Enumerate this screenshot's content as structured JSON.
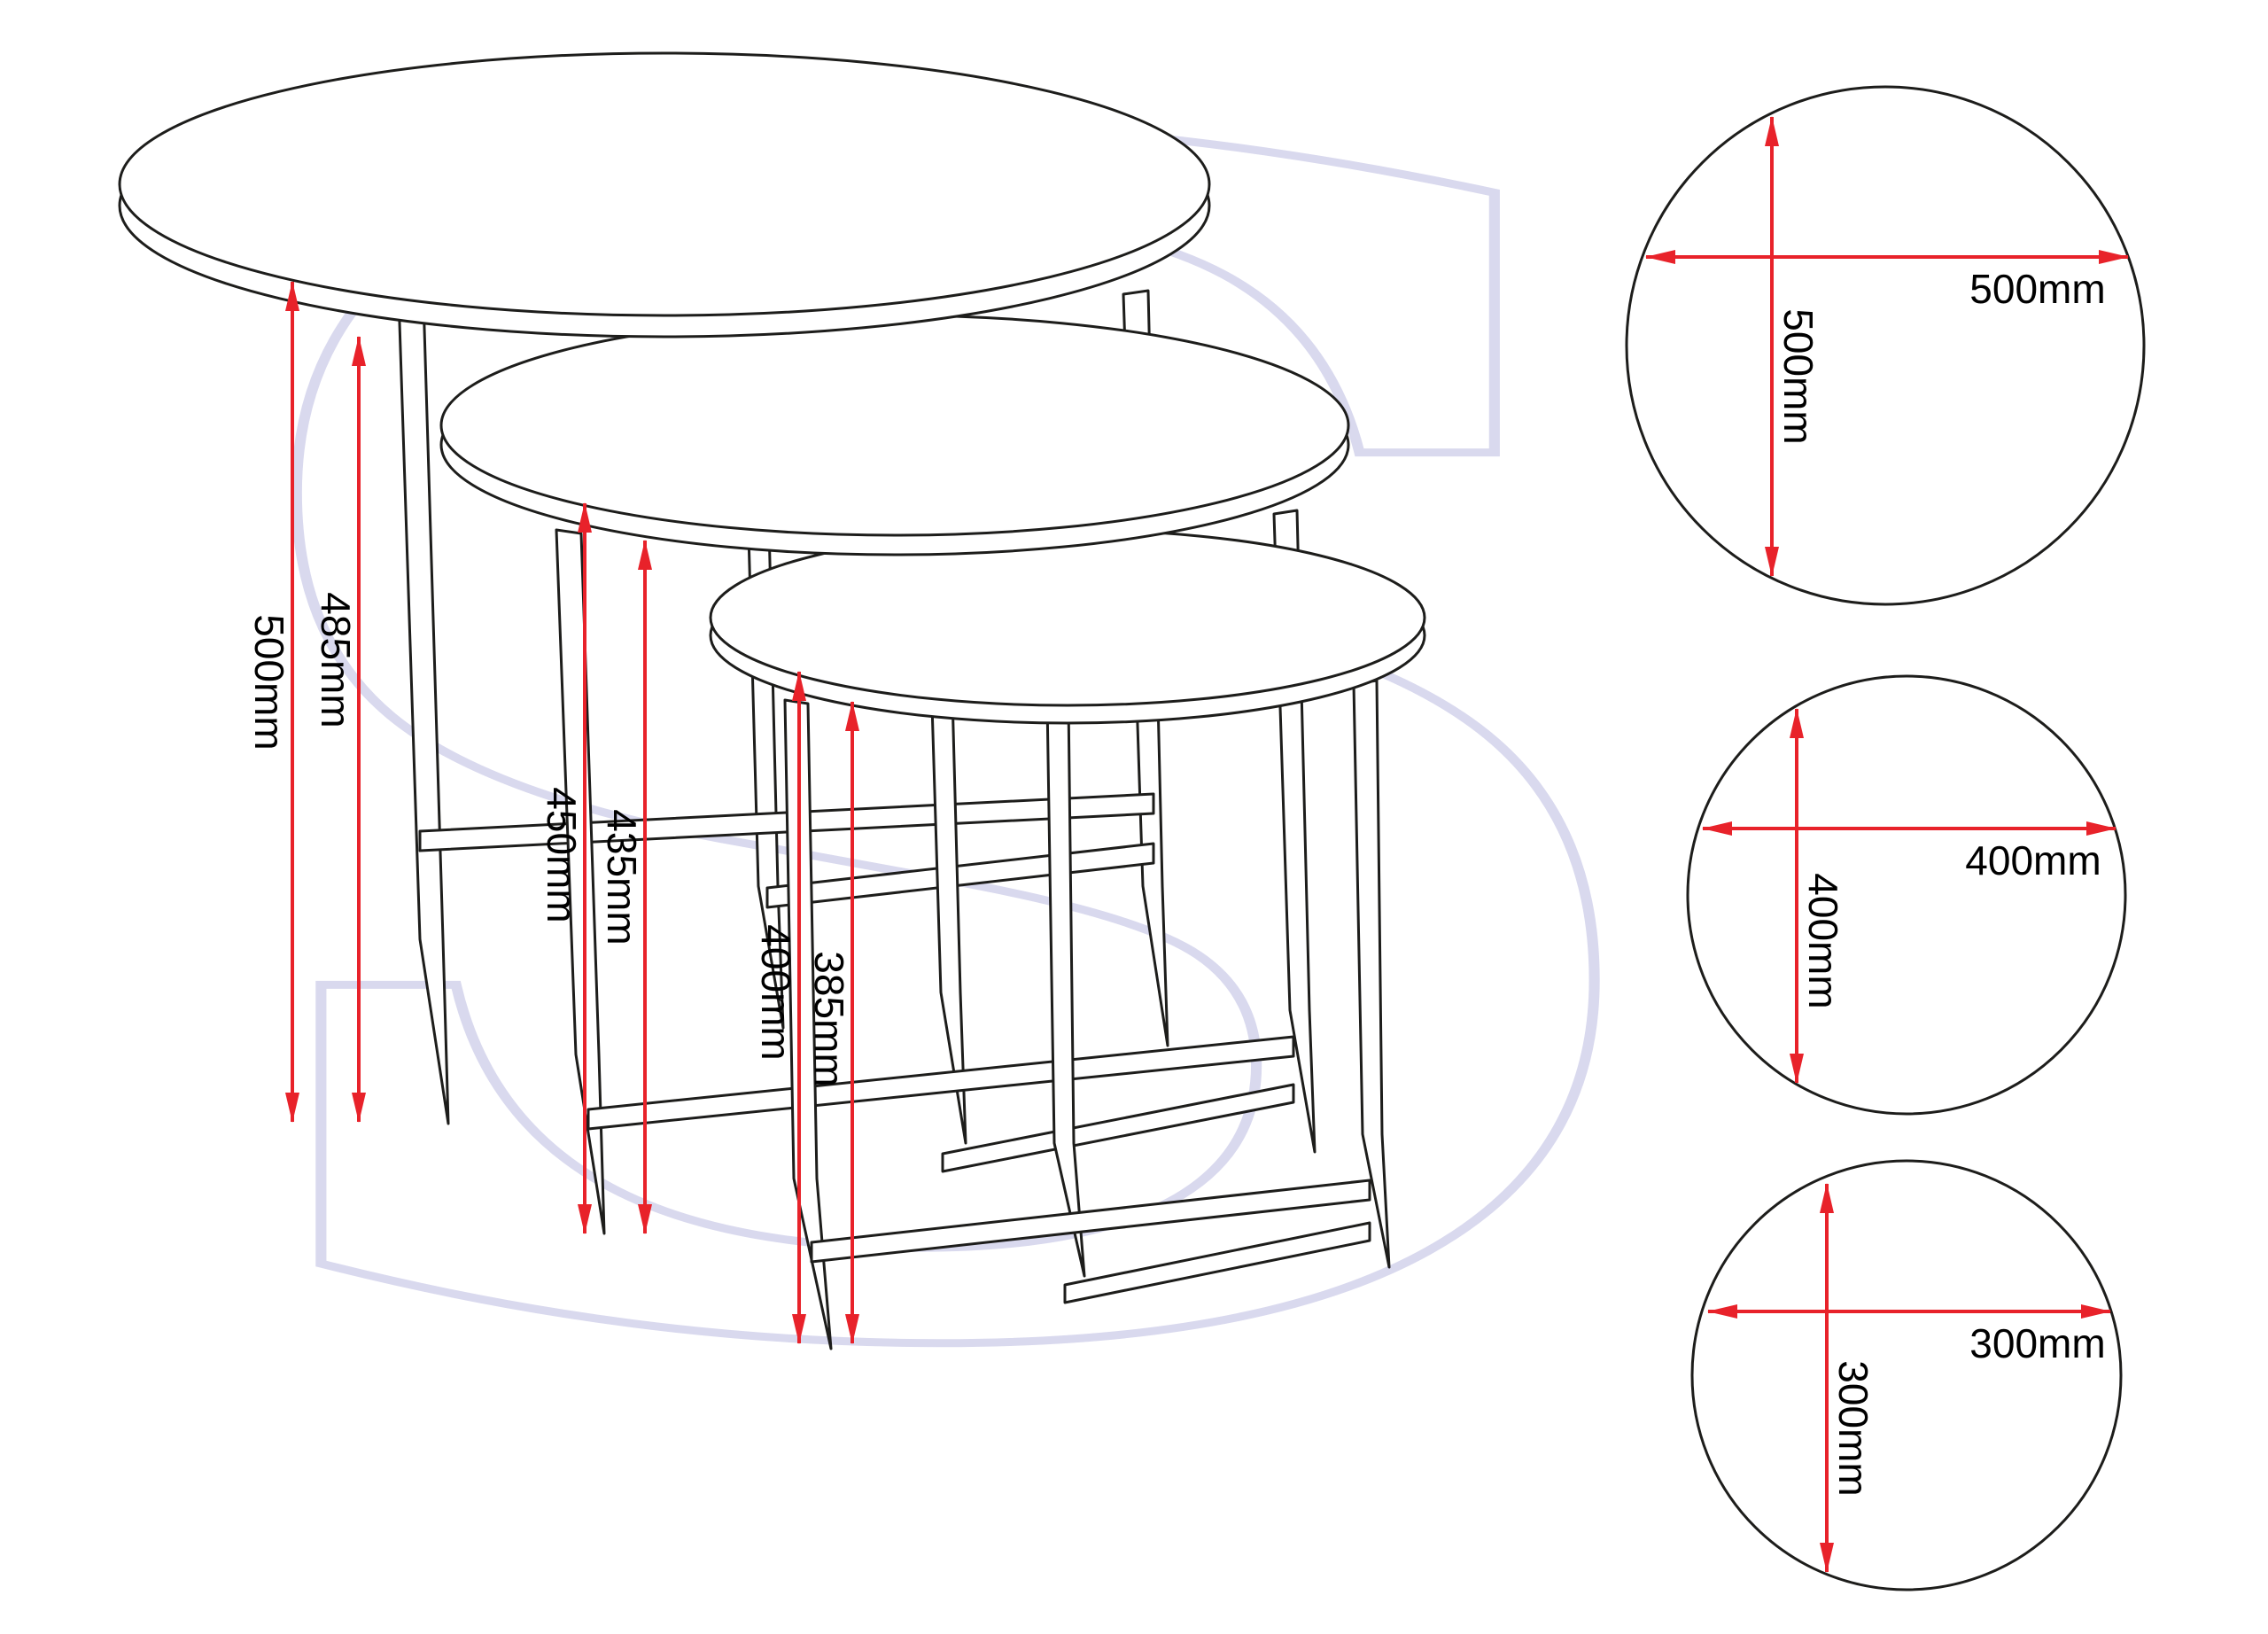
{
  "watermark": {
    "letter": "S"
  },
  "colors": {
    "line": "#1d1d1b",
    "dimension": "#e8222a",
    "label": "#000000",
    "watermark": "#d9d9ee",
    "background": "#ffffff"
  },
  "tables": {
    "large": {
      "height_total": "500mm",
      "height_underside": "485mm",
      "top_width": "500mm",
      "top_depth": "500mm"
    },
    "medium": {
      "height_total": "450mm",
      "height_underside": "435mm",
      "top_width": "400mm",
      "top_depth": "400mm"
    },
    "small": {
      "height_total": "400mm",
      "height_underside": "385mm",
      "top_width": "300mm",
      "top_depth": "300mm"
    }
  }
}
